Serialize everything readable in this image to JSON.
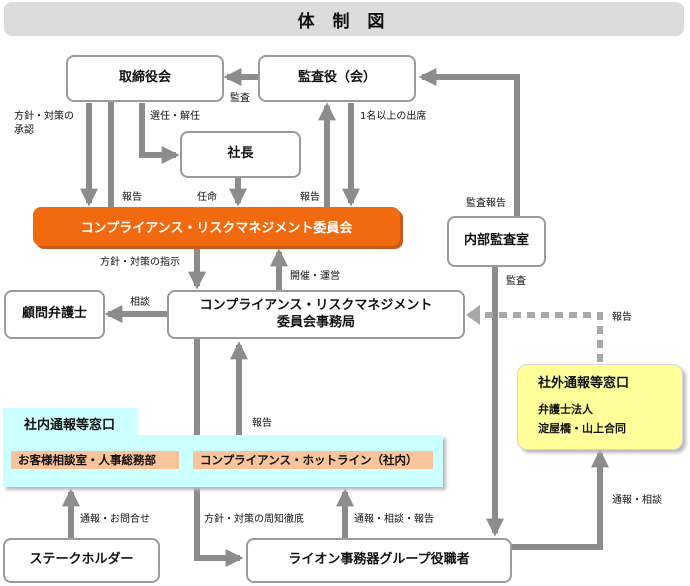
{
  "title": "体 制 図",
  "nodes": {
    "board": "取締役会",
    "auditors": "監査役（会）",
    "president": "社長",
    "committee": "コンプライアンス・リスクマネジメント委員会",
    "internal_audit": "内部監査室",
    "advisor": "顧問弁護士",
    "secretariat_line1": "コンプライアンス・リスクマネジメント",
    "secretariat_line2": "委員会事務局",
    "internal_window": {
      "title": "社内通報等窓口",
      "item1": "お客様相談室・人事総務部",
      "item2": "コンプライアンス・ホットライン（社内）"
    },
    "external_window": {
      "title": "社外通報等窓口",
      "line1": "弁護士法人",
      "line2": "淀屋橋・山上合同"
    },
    "stakeholder": "ステークホルダー",
    "employees": "ライオン事務器グループ役職者"
  },
  "labels": {
    "policy_approval_1": "方針・対策の",
    "policy_approval_2": "承認",
    "audit_left": "監査",
    "appoint_dismiss": "選任・解任",
    "quorum": "1名以上の出席",
    "report_board": "報告",
    "appoint": "任命",
    "report_auditors": "報告",
    "audit_report": "監査報告",
    "policy_instruction": "方針・対策の指示",
    "host_operate": "開催・運営",
    "consult": "相談",
    "audit_right": "監査",
    "report_external": "報告",
    "report_internal": "報告",
    "report_consult": "通報・相談",
    "report_inquiry": "通報・お問合せ",
    "policy_dissemination": "方針・対策の周知徹底",
    "report_consult_report": "通報・相談・報告"
  },
  "colors": {
    "arrow": "#8c8c8c",
    "orange": "#f26a10",
    "yellow": "#ffff99",
    "cyan": "#ccffff",
    "tag": "#f9c49a"
  }
}
